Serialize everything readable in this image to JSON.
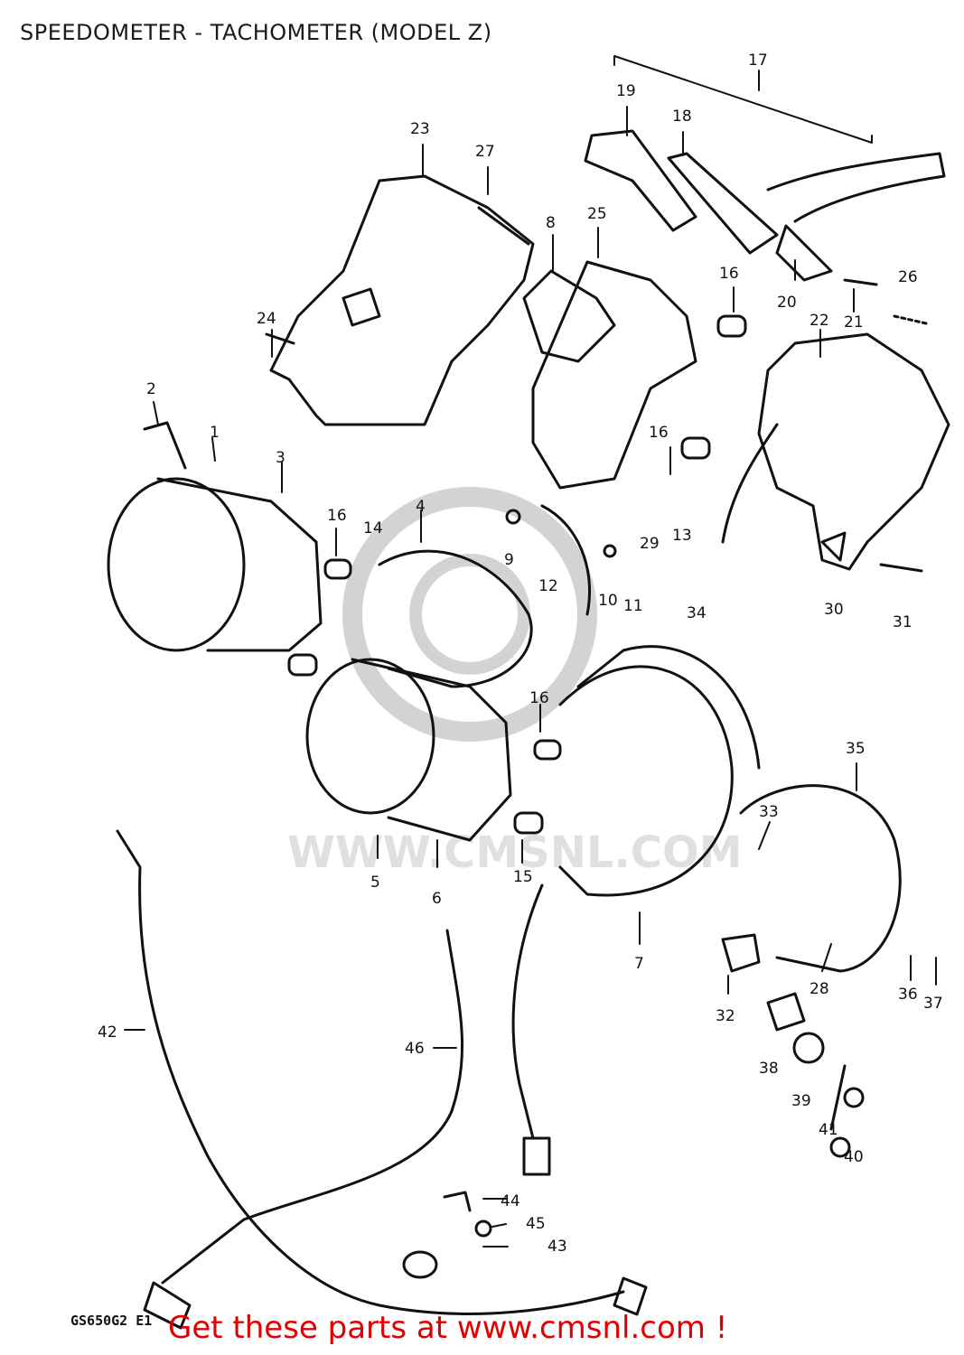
{
  "title": "SPEEDOMETER - TACHOMETER (MODEL Z)",
  "watermark": "WWW.CMSNL.COM",
  "model_code": "GS650G2 E1",
  "promo": "Get these parts at www.cmsnl.com !",
  "colors": {
    "promo": "#e00000",
    "line": "#111111",
    "watermark": "#d3d3d3"
  },
  "callouts": [
    "1",
    "2",
    "3",
    "4",
    "5",
    "6",
    "7",
    "8",
    "9",
    "10",
    "11",
    "12",
    "13",
    "14",
    "15",
    "16",
    "17",
    "18",
    "19",
    "20",
    "21",
    "22",
    "23",
    "24",
    "25",
    "26",
    "27",
    "28",
    "29",
    "30",
    "31",
    "32",
    "33",
    "34",
    "35",
    "36",
    "37",
    "38",
    "39",
    "40",
    "41",
    "42",
    "43",
    "44",
    "45",
    "46"
  ]
}
